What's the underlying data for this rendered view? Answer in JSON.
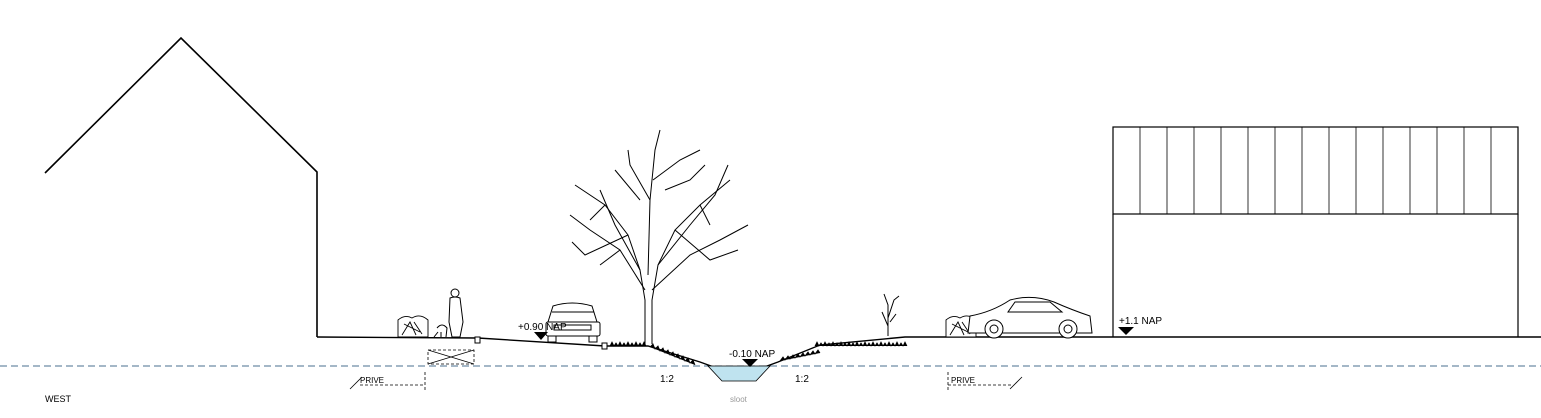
{
  "labels": {
    "level_left": "+0.90 NAP",
    "level_ditch": "-0.10 NAP",
    "level_right": "+1.1 NAP",
    "slope_left": "1:2",
    "slope_right": "1:2",
    "prive_left": "PRIVE",
    "prive_right": "PRIVE",
    "ditch_name": "sloot",
    "direction": "WEST"
  },
  "colors": {
    "line": "#000000",
    "water": "#bfe3ef",
    "datum_line": "#4a6f8f",
    "muted_text": "#999999"
  }
}
